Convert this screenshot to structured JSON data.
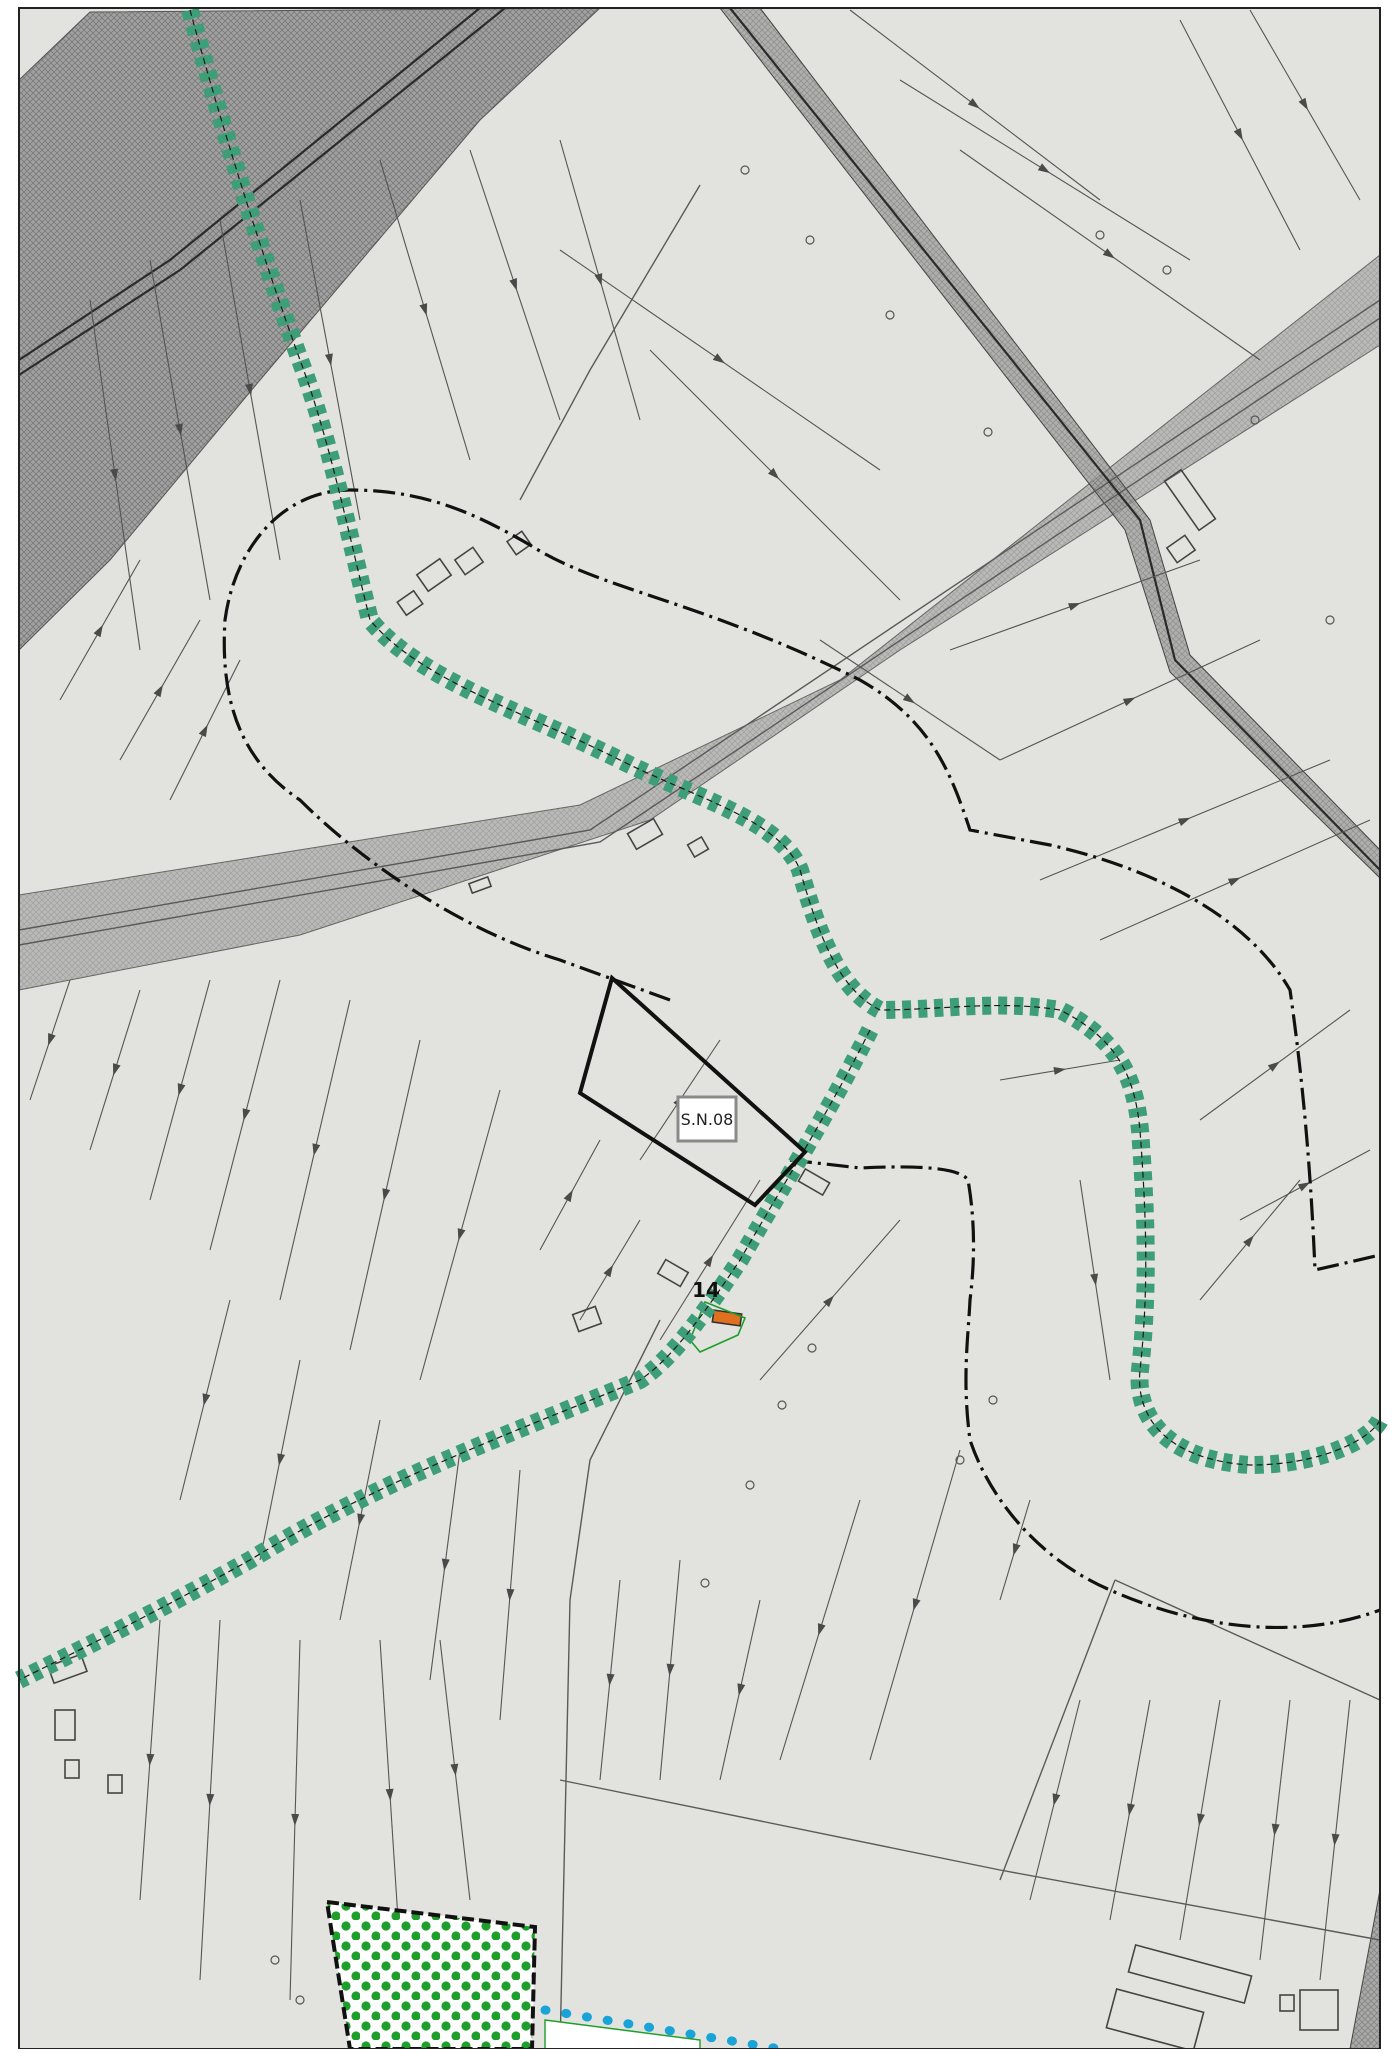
{
  "map": {
    "labels": {
      "zone_label": "S.N.08",
      "marker_number": "14"
    },
    "colors": {
      "background": "#e2e3de",
      "line": "#4a4a4a",
      "ecological_corridor": "#3e9e78",
      "hatched_band": "#8f8f8f",
      "boundary": "#111111",
      "green_area": "#1e9e2a",
      "blue_dots": "#1aa3d6",
      "highlight_building": "#e07020"
    },
    "legend_features": [
      "ecological-corridor",
      "infrastructure-band",
      "dash-dot-boundary",
      "drainage-flow-lines",
      "green-dotted-area"
    ]
  }
}
